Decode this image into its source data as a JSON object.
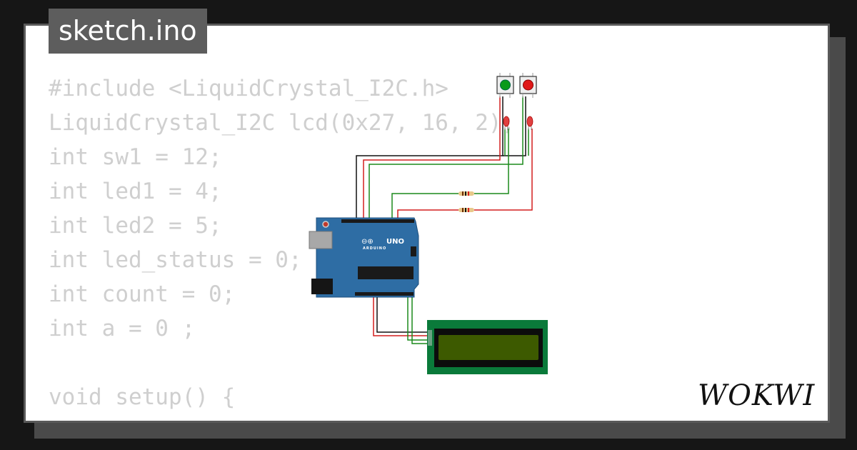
{
  "tab": {
    "filename": "sketch.ino"
  },
  "code_lines": [
    "#include <LiquidCrystal_I2C.h>",
    "LiquidCrystal_I2C lcd(0x27, 16, 2);",
    "int sw1 = 12;",
    "int led1 = 4;",
    "int led2 = 5;",
    "int led_status = 0;",
    "int count = 0;",
    "int a = 0 ;",
    "",
    "void setup() {"
  ],
  "board": {
    "model_label": "UNO",
    "brand_label": "ARDUINO",
    "logo_glyph": "⊖⊕"
  },
  "brand": {
    "name": "WOKWI"
  },
  "colors": {
    "board_blue": "#2e6da4",
    "lcd_green_pcb": "#0a7a3a",
    "lcd_screen": "#3d5a00",
    "wire_green": "#1b8a1b",
    "wire_red": "#d41e1e",
    "wire_black": "#111111",
    "button_green": "#0a9a1a",
    "button_red": "#e01818"
  }
}
